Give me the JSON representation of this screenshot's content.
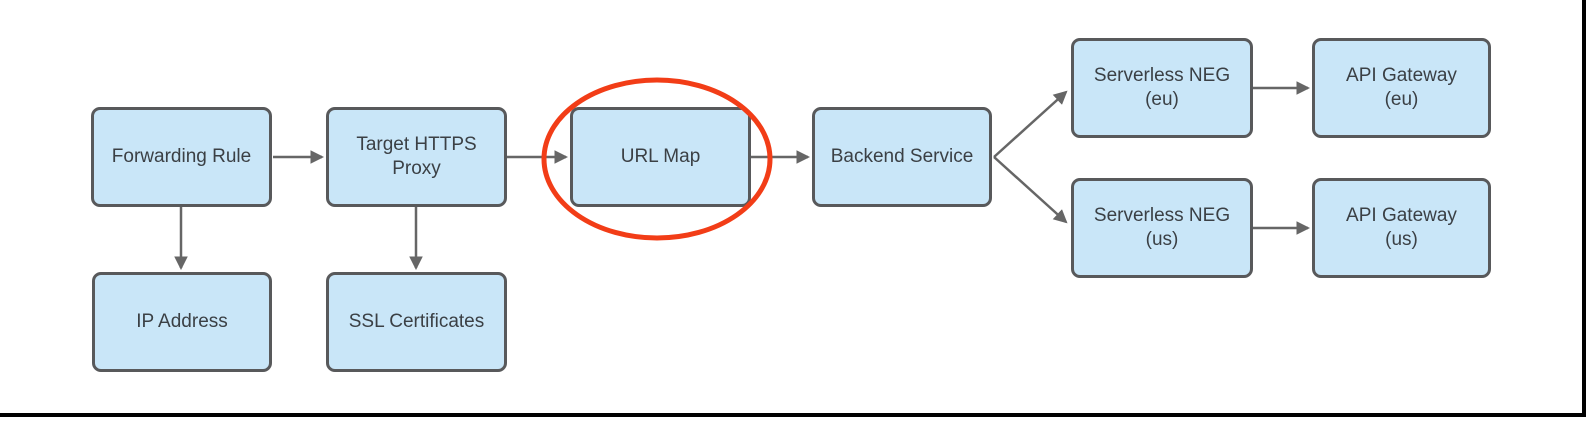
{
  "nodes": {
    "forwarding_rule": {
      "label": "Forwarding Rule"
    },
    "target_https_proxy": {
      "label": [
        "Target HTTPS",
        "Proxy"
      ]
    },
    "url_map": {
      "label": "URL Map"
    },
    "backend_service": {
      "label": "Backend Service"
    },
    "serverless_neg_eu": {
      "label": [
        "Serverless NEG",
        "(eu)"
      ]
    },
    "api_gateway_eu": {
      "label": [
        "API Gateway",
        "(eu)"
      ]
    },
    "serverless_neg_us": {
      "label": [
        "Serverless NEG",
        "(us)"
      ]
    },
    "api_gateway_us": {
      "label": [
        "API Gateway",
        "(us)"
      ]
    },
    "ip_address": {
      "label": "IP Address"
    },
    "ssl_certificates": {
      "label": "SSL Certificates"
    }
  },
  "edges": [
    {
      "from": "forwarding_rule",
      "to": "target_https_proxy"
    },
    {
      "from": "target_https_proxy",
      "to": "url_map"
    },
    {
      "from": "url_map",
      "to": "backend_service"
    },
    {
      "from": "backend_service",
      "to": "serverless_neg_eu"
    },
    {
      "from": "backend_service",
      "to": "serverless_neg_us"
    },
    {
      "from": "serverless_neg_eu",
      "to": "api_gateway_eu"
    },
    {
      "from": "serverless_neg_us",
      "to": "api_gateway_us"
    },
    {
      "from": "forwarding_rule",
      "to": "ip_address"
    },
    {
      "from": "target_https_proxy",
      "to": "ssl_certificates"
    }
  ],
  "highlight": {
    "shape": "ellipse",
    "around": "url_map",
    "color": "#F23D17"
  },
  "colors": {
    "node_fill": "#C9E6F8",
    "node_border": "#58595B",
    "arrow": "#666666",
    "text": "#3B4045",
    "highlight": "#F23D17",
    "frame": "#000000",
    "background": "#FFFFFF"
  }
}
